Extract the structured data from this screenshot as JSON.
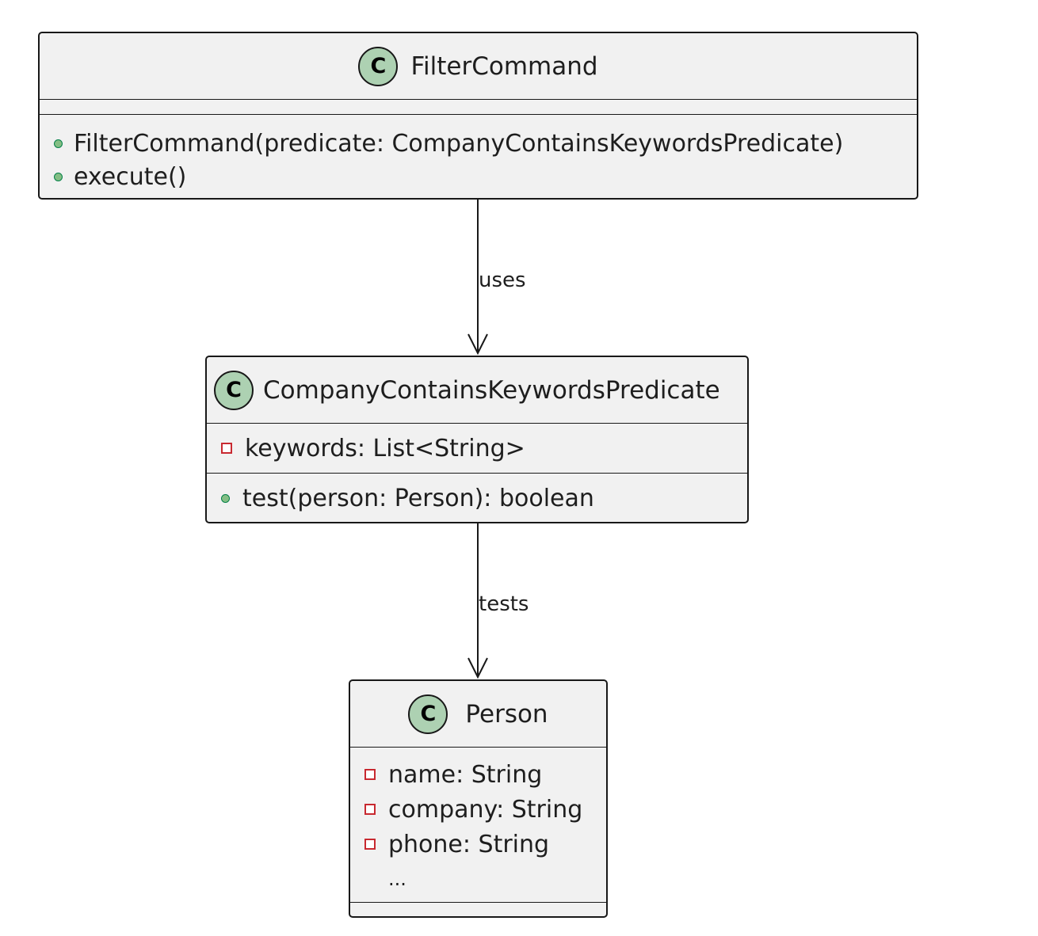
{
  "diagram": {
    "classes": [
      {
        "name": "FilterCommand",
        "stereotype_icon": "C",
        "fields": [],
        "methods": [
          {
            "visibility": "public",
            "text": "FilterCommand(predicate: CompanyContainsKeywordsPredicate)"
          },
          {
            "visibility": "public",
            "text": "execute()"
          }
        ]
      },
      {
        "name": "CompanyContainsKeywordsPredicate",
        "stereotype_icon": "C",
        "fields": [
          {
            "visibility": "private",
            "text": "keywords: List<String>"
          }
        ],
        "methods": [
          {
            "visibility": "public",
            "text": "test(person: Person): boolean"
          }
        ]
      },
      {
        "name": "Person",
        "stereotype_icon": "C",
        "fields": [
          {
            "visibility": "private",
            "text": "name: String"
          },
          {
            "visibility": "private",
            "text": "company: String"
          },
          {
            "visibility": "private",
            "text": "phone: String"
          },
          {
            "visibility": "none",
            "text": "..."
          }
        ],
        "methods": []
      }
    ],
    "relations": [
      {
        "from": "FilterCommand",
        "to": "CompanyContainsKeywordsPredicate",
        "label": "uses"
      },
      {
        "from": "CompanyContainsKeywordsPredicate",
        "to": "Person",
        "label": "tests"
      }
    ]
  },
  "colors": {
    "class_fill": "#f1f1f1",
    "border": "#181818",
    "class_icon_fill": "#add1b2",
    "public_marker": "#84be84",
    "private_marker": "#c82930"
  }
}
